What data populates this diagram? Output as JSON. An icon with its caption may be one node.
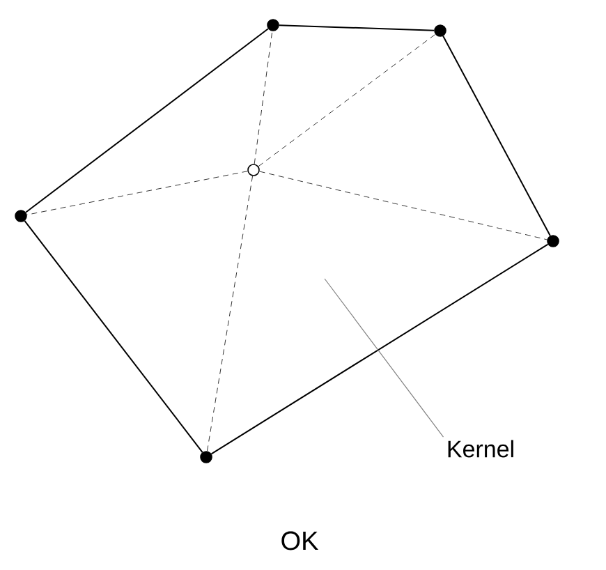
{
  "diagram": {
    "nodes": [
      {
        "text": [],
        "shape": "circle"
      },
      {
        "text": [],
        "shape": "circle"
      },
      {
        "text": [],
        "shape": "circle"
      },
      {
        "text": [],
        "shape": "circle"
      },
      {
        "text": [],
        "shape": "circle"
      },
      {
        "text": [],
        "shape": "circle"
      },
      {
        "text": [
          "Kernel"
        ]
      }
    ],
    "edges": [
      {
        "from": 3,
        "to": 0,
        "arrow": "none"
      },
      {
        "from": 0,
        "to": 1,
        "arrow": "none"
      },
      {
        "from": 1,
        "to": 4,
        "arrow": "none"
      },
      {
        "from": 4,
        "to": 5,
        "arrow": "none"
      },
      {
        "from": 5,
        "to": 3,
        "arrow": "none"
      },
      {
        "from": 2,
        "to": 0,
        "arrow": "none",
        "style": "dashed"
      },
      {
        "from": 2,
        "to": 1,
        "arrow": "none",
        "style": "dashed"
      },
      {
        "from": 2,
        "to": 4,
        "arrow": "none",
        "style": "dashed"
      },
      {
        "from": 2,
        "to": 5,
        "arrow": "none",
        "style": "dashed"
      },
      {
        "from": 2,
        "to": 3,
        "arrow": "none",
        "style": "dashed"
      },
      {
        "from": 6,
        "to": null,
        "arrow": "none",
        "color": "#808080"
      }
    ],
    "labels": [
      "OK"
    ]
  }
}
